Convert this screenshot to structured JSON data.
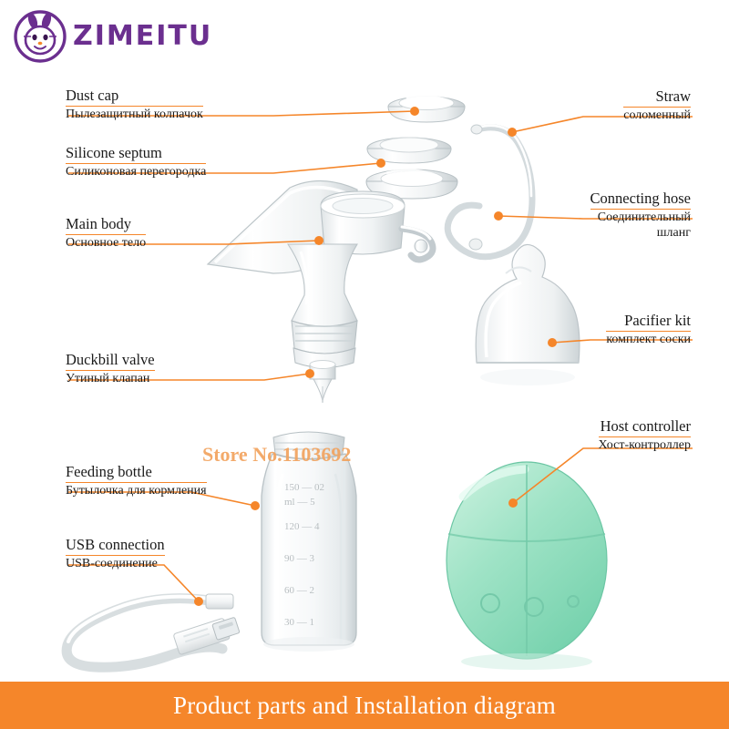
{
  "brand": {
    "name": "ZIMEITU",
    "logo_icon": "bunny-logo-icon",
    "color": "#6b2f8f"
  },
  "accent_color": "#f5862a",
  "watermark": "Store No.1103692",
  "footer": {
    "title": "Product parts and Installation diagram"
  },
  "labels": [
    {
      "id": "dust-cap",
      "en": "Dust cap",
      "ru": "Пылезащитный колпачок"
    },
    {
      "id": "silicone-septum",
      "en": "Silicone septum",
      "ru": "Силиконовая перегородка"
    },
    {
      "id": "main-body",
      "en": "Main body",
      "ru": "Основное тело"
    },
    {
      "id": "duckbill-valve",
      "en": "Duckbill valve",
      "ru": "Утиный клапан"
    },
    {
      "id": "feeding-bottle",
      "en": "Feeding bottle",
      "ru": "Бутылочка для кормления"
    },
    {
      "id": "usb-connection",
      "en": "USB connection",
      "ru": "USB-соединение"
    },
    {
      "id": "straw",
      "en": "Straw",
      "ru": "соломенный"
    },
    {
      "id": "connecting-hose",
      "en": "Connecting hose",
      "ru": "Соединительный",
      "ru2": "шланг"
    },
    {
      "id": "pacifier-kit",
      "en": "Pacifier kit",
      "ru": "комплект соски"
    },
    {
      "id": "host-controller",
      "en": "Host controller",
      "ru": "Хост-контроллер"
    }
  ],
  "bottle_scale": [
    "150 — 02",
    "ml — 5",
    "120 — 4",
    "90 — 3",
    "60 — 2",
    "30 — 1"
  ]
}
